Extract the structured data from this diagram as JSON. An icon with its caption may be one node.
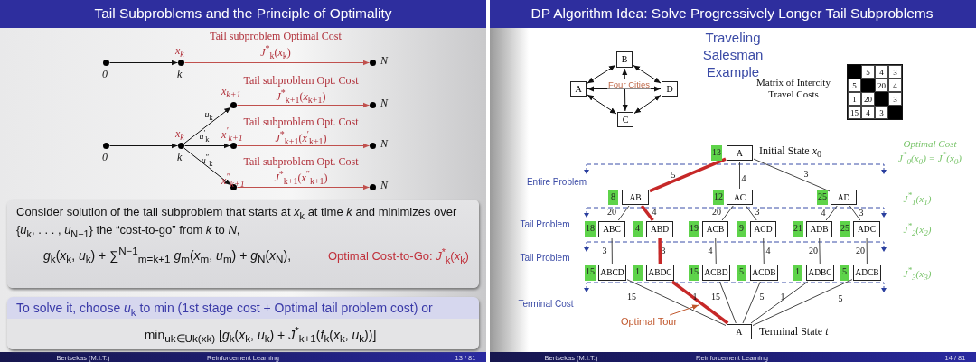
{
  "diagram": {
    "nodes": [
      {
        "text": [],
        "shape": "circle",
        "beside": [
          "0"
        ]
      },
      {
        "text": [],
        "shape": "circle",
        "beside": [
          "*x*$_{k}$",
          "*k*"
        ]
      },
      {
        "text": [],
        "shape": "circle",
        "beside": [
          "*N*"
        ]
      },
      {
        "text": [],
        "shape": "circle",
        "beside": [
          "0"
        ]
      },
      {
        "text": [],
        "shape": "circle",
        "beside": [
          "*x*$_{k}$",
          "*k*"
        ]
      },
      {
        "text": [],
        "shape": "circle",
        "beside": [
          "*x*$_{k+1}$"
        ]
      },
      {
        "text": [],
        "shape": "circle",
        "beside": [
          "*N*"
        ]
      },
      {
        "text": [],
        "shape": "circle",
        "beside": [
          "*x*$^{′}$$_{k+1}$"
        ]
      },
      {
        "text": [],
        "shape": "circle",
        "beside": [
          "*N*"
        ]
      },
      {
        "text": [],
        "shape": "circle",
        "beside": [
          "*x*$^{″}$$_{k+1}$"
        ]
      },
      {
        "text": [],
        "shape": "circle",
        "beside": [
          "*N*"
        ]
      },
      {
        "text": [
          "Consider solution of the tail subproblem that starts at *x*$_{k}$ at time *k* and minimizes over {*u*$_{k}$, . . . , *u*$_{N−1}$} the “cost-to-go” from *k* to *N*,",
          "*g*$_{k}$(*x*$_{k}$, *u*$_{k}$) + ∑$^{N−1}$$_{m=k+1}$ *g*$_{m}$(*x*$_{m}$, *u*$_{m}$) + *g*$_{N}$(*x*$_{N}$),",
          "Optimal Cost-to-Go: *J*$^{*}$$_{k}$(*x*$_{k}$)"
        ]
      },
      {
        "text": [
          "To solve it, choose *u*$_{k}$ to min (1st stage cost + Optimal tail problem cost) or",
          "min$_{uk∈Uk(xk)}$ [*g*$_{k}$(*x*$_{k}$, *u*$_{k}$) + *J*$^{*}$$_{k+1}$(*f*$_{k}$(*x*$_{k}$, *u*$_{k}$))]"
        ]
      },
      {
        "text": [
          "A"
        ]
      },
      {
        "text": [
          "B"
        ]
      },
      {
        "text": [
          "C"
        ]
      },
      {
        "text": [
          "D"
        ]
      },
      {
        "text": [
          "A"
        ],
        "beside": [
          "13",
          "Initial State *x*$_{0}$"
        ]
      },
      {
        "text": [
          "AB"
        ],
        "beside": [
          "8"
        ]
      },
      {
        "text": [
          "AC"
        ],
        "beside": [
          "12"
        ]
      },
      {
        "text": [
          "AD"
        ],
        "beside": [
          "25"
        ]
      },
      {
        "text": [
          "ABC"
        ],
        "beside": [
          "18"
        ]
      },
      {
        "text": [
          "ABD"
        ],
        "beside": [
          "4"
        ]
      },
      {
        "text": [
          "ACB"
        ],
        "beside": [
          "19"
        ]
      },
      {
        "text": [
          "ACD"
        ],
        "beside": [
          "9"
        ]
      },
      {
        "text": [
          "ADB"
        ],
        "beside": [
          "21"
        ]
      },
      {
        "text": [
          "ADC"
        ],
        "beside": [
          "25"
        ]
      },
      {
        "text": [
          "ABCD"
        ],
        "beside": [
          "15"
        ]
      },
      {
        "text": [
          "ABDC"
        ],
        "beside": [
          "1"
        ]
      },
      {
        "text": [
          "ACBD"
        ],
        "beside": [
          "15"
        ]
      },
      {
        "text": [
          "ACDB"
        ],
        "beside": [
          "5"
        ]
      },
      {
        "text": [
          "ADBC"
        ],
        "beside": [
          "1"
        ]
      },
      {
        "text": [
          "ADCB"
        ],
        "beside": [
          "5"
        ]
      },
      {
        "text": [
          "A"
        ],
        "beside": [
          "Terminal State *t*"
        ]
      },
      {
        "text": [
          "Optimal Tour"
        ]
      }
    ],
    "edges": [
      {
        "from": 0,
        "to": 1,
        "arrow": "to"
      },
      {
        "from": 1,
        "to": 2,
        "arrow": "to",
        "color": "#c0504d",
        "label": "Tail subproblem Optimal Cost *J*$^{*}$$_{k}$(*x*$_{k}$)"
      },
      {
        "from": 3,
        "to": 4,
        "arrow": "to"
      },
      {
        "from": 4,
        "to": 5,
        "arrow": "to",
        "label": "*u*$_{k}$"
      },
      {
        "from": 4,
        "to": 7,
        "arrow": "to",
        "label": "*u*$^{′}$$_{k}$"
      },
      {
        "from": 4,
        "to": 9,
        "arrow": "to",
        "label": "*u*$^{″}$$_{k}$"
      },
      {
        "from": 5,
        "to": 6,
        "arrow": "to",
        "color": "#c0504d",
        "label": "Tail subproblem Opt. Cost *J*$^{*}$$_{k+1}$(*x*$_{k+1}$)"
      },
      {
        "from": 7,
        "to": 8,
        "arrow": "to",
        "color": "#c0504d",
        "label": "Tail subproblem Opt. Cost *J*$^{*}$$_{k+1}$(*x*$^{′}$$_{k+1}$)"
      },
      {
        "from": 9,
        "to": 10,
        "arrow": "to",
        "color": "#c0504d",
        "label": "Tail subproblem Opt. Cost *J*$^{*}$$_{k+1}$(*x*$^{″}$$_{k+1}$)"
      },
      {
        "from": 13,
        "to": 14,
        "arrow": "both"
      },
      {
        "from": 14,
        "to": 16,
        "arrow": "both"
      },
      {
        "from": 13,
        "to": 16,
        "arrow": "both"
      },
      {
        "from": 14,
        "to": 15,
        "arrow": "both"
      },
      {
        "from": 13,
        "to": 15,
        "arrow": "both"
      },
      {
        "from": 15,
        "to": 16,
        "arrow": "both"
      },
      {
        "from": 17,
        "to": 18,
        "arrow": "none",
        "label": "5",
        "style": "thick",
        "color": "#c62828"
      },
      {
        "from": 17,
        "to": 19,
        "arrow": "none",
        "label": "4"
      },
      {
        "from": 17,
        "to": 20,
        "arrow": "none",
        "label": "3"
      },
      {
        "from": 18,
        "to": 21,
        "arrow": "none",
        "label": "20"
      },
      {
        "from": 18,
        "to": 22,
        "arrow": "none",
        "label": "4",
        "style": "thick",
        "color": "#c62828"
      },
      {
        "from": 19,
        "to": 23,
        "arrow": "none",
        "label": "20"
      },
      {
        "from": 19,
        "to": 24,
        "arrow": "none",
        "label": "3"
      },
      {
        "from": 20,
        "to": 25,
        "arrow": "none",
        "label": "4"
      },
      {
        "from": 20,
        "to": 26,
        "arrow": "none",
        "label": "3"
      },
      {
        "from": 21,
        "to": 27,
        "arrow": "none",
        "label": "3"
      },
      {
        "from": 22,
        "to": 28,
        "arrow": "none",
        "label": "3",
        "style": "thick",
        "color": "#c62828"
      },
      {
        "from": 23,
        "to": 29,
        "arrow": "none",
        "label": "4"
      },
      {
        "from": 24,
        "to": 30,
        "arrow": "none",
        "label": "4"
      },
      {
        "from": 25,
        "to": 31,
        "arrow": "none",
        "label": "20"
      },
      {
        "from": 26,
        "to": 32,
        "arrow": "none",
        "label": "20"
      },
      {
        "from": 27,
        "to": 33,
        "arrow": "none",
        "label": "15"
      },
      {
        "from": 28,
        "to": 33,
        "arrow": "none",
        "label": "1",
        "style": "thick",
        "color": "#c62828"
      },
      {
        "from": 29,
        "to": 33,
        "arrow": "none",
        "label": "15"
      },
      {
        "from": 30,
        "to": 33,
        "arrow": "none",
        "label": "5"
      },
      {
        "from": 31,
        "to": 33,
        "arrow": "none",
        "label": "1"
      },
      {
        "from": 32,
        "to": 33,
        "arrow": "none",
        "label": "5"
      },
      {
        "from": 34,
        "to": null,
        "arrow": "to",
        "color": "#c0562b"
      }
    ],
    "labels": [
      "Tail Subproblems and the Principle of Optimality",
      "Bertsekas (M.I.T.)",
      "Reinforcement Learning",
      "13 / 81",
      "DP Algorithm Idea: Solve Progressively Longer Tail Subproblems",
      "Traveling Salesman Example",
      "Four Cities",
      "Matrix of Intercity Travel Costs",
      "5",
      "4",
      "3",
      "5",
      "20",
      "4",
      "1",
      "20",
      "3",
      "15",
      "4",
      "3",
      "Entire Problem",
      "Tail Problem",
      "Tail Problem",
      "Terminal Cost",
      "Optimal Cost *J*$^{*}$$_{0}$(*x*$_{0}$) = *J*$^{*}$(*x*$_{0}$)",
      "*J*$^{*}$$_{1}$(*x*$_{1}$)",
      "*J*$^{*}$$_{2}$(*x*$_{2}$)",
      "*J*$^{*}$$_{3}$(*x*$_{3}$)",
      "Bertsekas (M.I.T.)",
      "Reinforcement Learning",
      "14 / 81"
    ]
  }
}
